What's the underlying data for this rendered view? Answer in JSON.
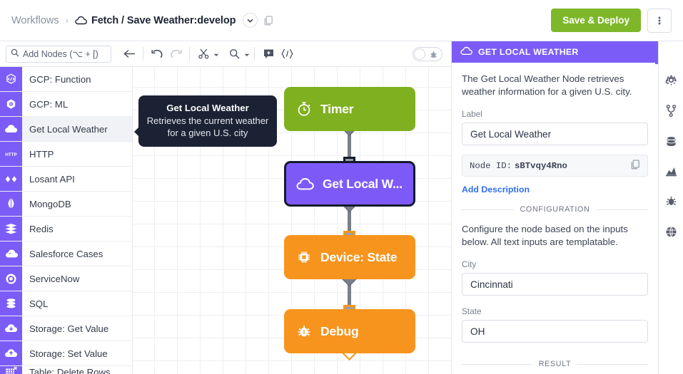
{
  "topbar": {
    "crumb_root": "Workflows",
    "crumb_sep": "›",
    "crumb_title": "Fetch / Save Weather:develop",
    "deploy_label": "Save & Deploy",
    "cloud_icon": "cloud-icon",
    "dropdown_icon": "chevron-down-icon",
    "copy_icon": "copy-icon",
    "kebab_icon": "more-vertical-icon"
  },
  "toolbar": {
    "search_placeholder": "Add Nodes (⌥ + [)",
    "search_value": "",
    "search_icon": "search-icon",
    "back_icon": "arrow-left-icon",
    "undo_icon": "undo-icon",
    "redo_icon": "redo-icon",
    "cut_icon": "scissors-icon",
    "zoom_icon": "magnifier-icon",
    "comment_icon": "add-comment-icon",
    "template_icon": "braces-icon",
    "debug_toggle_icon": "bug-icon",
    "debug_toggle_on": false
  },
  "nodelist": {
    "items": [
      {
        "label": "GCP: Function",
        "icon": "gcp-function-icon",
        "selected": false
      },
      {
        "label": "GCP: ML",
        "icon": "gcp-ml-icon",
        "selected": false
      },
      {
        "label": "Get Local Weather",
        "icon": "cloud-icon",
        "selected": true
      },
      {
        "label": "HTTP",
        "icon": "http-icon",
        "selected": false
      },
      {
        "label": "Losant API",
        "icon": "losant-api-icon",
        "selected": false
      },
      {
        "label": "MongoDB",
        "icon": "mongodb-icon",
        "selected": false
      },
      {
        "label": "Redis",
        "icon": "redis-icon",
        "selected": false
      },
      {
        "label": "Salesforce Cases",
        "icon": "salesforce-icon",
        "selected": false
      },
      {
        "label": "ServiceNow",
        "icon": "servicenow-icon",
        "selected": false
      },
      {
        "label": "SQL",
        "icon": "database-icon",
        "selected": false
      },
      {
        "label": "Storage: Get Value",
        "icon": "cloud-download-icon",
        "selected": false
      },
      {
        "label": "Storage: Set Value",
        "icon": "cloud-upload-icon",
        "selected": false
      },
      {
        "label": "Table: Delete Rows",
        "icon": "table-delete-icon",
        "selected": false
      }
    ]
  },
  "tooltip": {
    "title": "Get Local Weather",
    "body": "Retrieves the current weather for a given U.S. city"
  },
  "canvas": {
    "nodes": [
      {
        "label": "Timer",
        "icon": "stopwatch-icon",
        "color": "#7fb01f"
      },
      {
        "label": "Get Local W...",
        "icon": "cloud-icon",
        "color": "#7d5af8"
      },
      {
        "label": "Device: State",
        "icon": "device-state-icon",
        "color": "#f7941e"
      },
      {
        "label": "Debug",
        "icon": "bug-icon",
        "color": "#f7941e"
      }
    ]
  },
  "panel": {
    "header_title": "GET LOCAL WEATHER",
    "header_icon": "cloud-icon",
    "description": "The Get Local Weather Node retrieves weather information for a given U.S. city.",
    "label_field_label": "Label",
    "label_field_value": "Get Local Weather",
    "node_id_prefix": "Node ID:",
    "node_id_value": "sBTvqy4Rno",
    "copy_icon": "copy-icon",
    "add_description": "Add Description",
    "configuration_divider": "CONFIGURATION",
    "config_help": "Configure the node based on the inputs below. All text inputs are templatable.",
    "city_label": "City",
    "city_value": "Cincinnati",
    "state_label": "State",
    "state_value": "OH",
    "result_divider": "RESULT"
  },
  "rail": {
    "items": [
      {
        "icon": "gear-icon",
        "name": "settings"
      },
      {
        "icon": "branch-icon",
        "name": "versions"
      },
      {
        "icon": "database-icon",
        "name": "storage"
      },
      {
        "icon": "chart-icon",
        "name": "analytics"
      },
      {
        "icon": "bug-icon",
        "name": "debug"
      },
      {
        "icon": "globe-icon",
        "name": "globals"
      }
    ]
  },
  "colors": {
    "brand_purple": "#7c5cf6",
    "deploy_green": "#7fb72b",
    "node_green": "#7fb01f",
    "node_orange": "#f7941e",
    "tooltip_dark": "#1b2233",
    "link_blue": "#2f6fed"
  }
}
